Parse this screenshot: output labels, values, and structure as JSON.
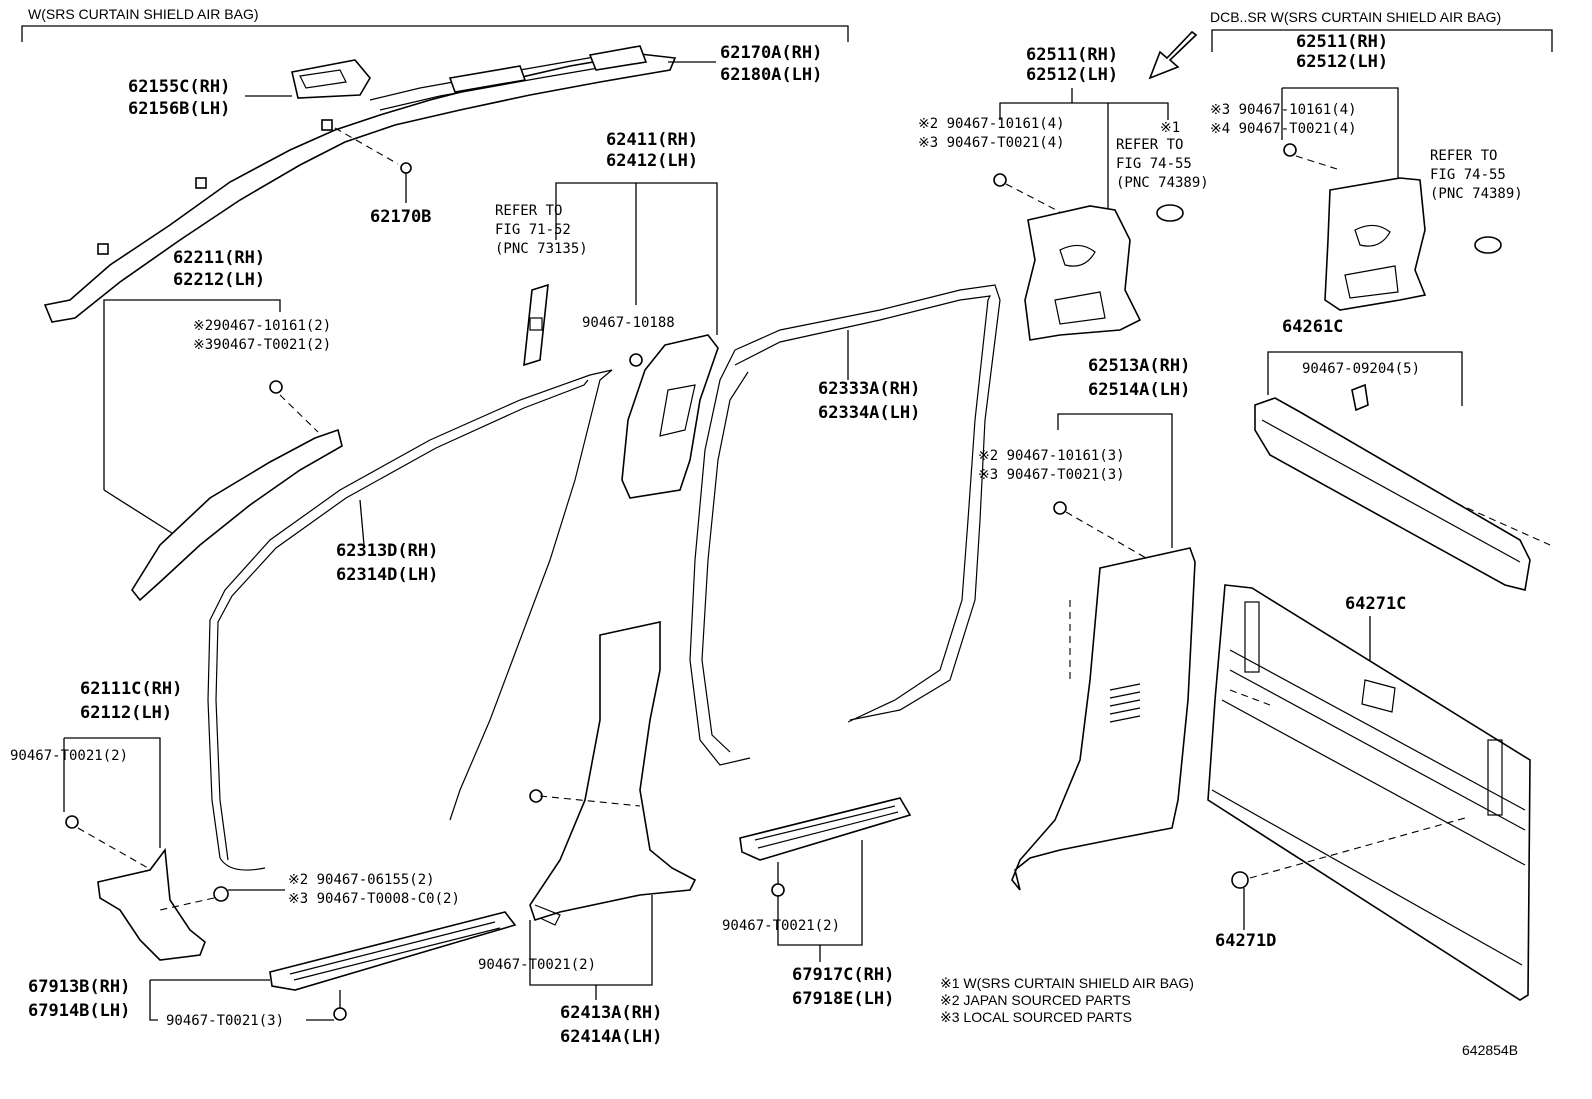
{
  "headers": {
    "left": "W(SRS CURTAIN SHIELD AIR BAG)",
    "right": "DCB..SR W(SRS CURTAIN SHIELD AIR BAG)"
  },
  "labels": {
    "p62155": [
      "62155C(RH)",
      "62156B(LH)"
    ],
    "p62170a": [
      "62170A(RH)",
      "62180A(LH)"
    ],
    "p62170b": [
      "62170B"
    ],
    "p62211": [
      "62211(RH)",
      "62212(LH)"
    ],
    "p62211_clips": [
      "※290467-10161(2)",
      "※390467-T0021(2)"
    ],
    "p62411": [
      "62411(RH)",
      "62412(LH)"
    ],
    "refer_73135": [
      "REFER TO",
      "FIG 71-52",
      "(PNC 73135)"
    ],
    "clip_10188": [
      "90467-10188"
    ],
    "p62313": [
      "62313D(RH)",
      "62314D(LH)"
    ],
    "p62333": [
      "62333A(RH)",
      "62334A(LH)"
    ],
    "p62511_left": [
      "62511(RH)",
      "62512(LH)"
    ],
    "p62511_left_clips": [
      "※2 90467-10161(4)",
      "※3 90467-T0021(4)"
    ],
    "note1_mark": [
      "※1"
    ],
    "refer_74389_left": [
      "REFER TO",
      "FIG 74-55",
      "(PNC 74389)"
    ],
    "p62511_right": [
      "62511(RH)",
      "62512(LH)"
    ],
    "p62511_right_clips": [
      "※3 90467-10161(4)",
      "※4 90467-T0021(4)"
    ],
    "refer_74389_right": [
      "REFER TO",
      "FIG 74-55",
      "(PNC 74389)"
    ],
    "p64261": [
      "64261C"
    ],
    "clip_09204": [
      "90467-09204(5)"
    ],
    "p62513": [
      "62513A(RH)",
      "62514A(LH)"
    ],
    "p62513_clips": [
      "※2 90467-10161(3)",
      "※3 90467-T0021(3)"
    ],
    "p64271c": [
      "64271C"
    ],
    "p64271d": [
      "64271D"
    ],
    "p62111": [
      "62111C(RH)",
      "62112(LH)"
    ],
    "clip_t0021_left": [
      "90467-T0021(2)"
    ],
    "clips_06155": [
      "※2 90467-06155(2)",
      "※3 90467-T0008-C0(2)"
    ],
    "p67913": [
      "67913B(RH)",
      "67914B(LH)"
    ],
    "clip_t0021_3": [
      "90467-T0021(3)"
    ],
    "clip_t0021_mid": [
      "90467-T0021(2)"
    ],
    "p62413": [
      "62413A(RH)",
      "62414A(LH)"
    ],
    "clip_t0021_step": [
      "90467-T0021(2)"
    ],
    "p67917": [
      "67917C(RH)",
      "67918E(LH)"
    ],
    "notes": [
      "※1 W(SRS CURTAIN SHIELD AIR BAG)",
      "※2 JAPAN SOURCED PARTS",
      "※3 LOCAL SOURCED PARTS"
    ],
    "diagram_id": "642854B"
  }
}
